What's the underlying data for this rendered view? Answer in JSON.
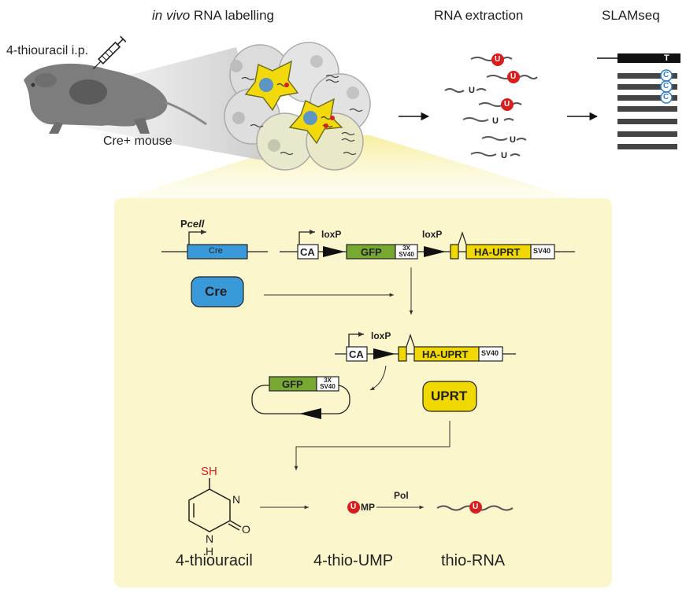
{
  "header": {
    "stage_labelling_italic": "in vivo",
    "stage_labelling_rest": "RNA labelling",
    "stage_extraction": "RNA extraction",
    "stage_slamseq": "SLAMseq"
  },
  "mouse": {
    "injection_label": "4-thiouracil i.p.",
    "mouse_label": "Cre+ mouse"
  },
  "nucleotides": {
    "u": "U",
    "t": "T",
    "c": "C"
  },
  "construct": {
    "promoter_p": "P",
    "promoter_cell": "cell",
    "cre_gene": "Cre",
    "ca": "CA",
    "loxp": "loxP",
    "gfp": "GFP",
    "tag_3x": "3X",
    "tag_sv40": "SV40",
    "ha_uprt": "HA-UPRT",
    "sv40": "SV40"
  },
  "proteins": {
    "cre": "Cre",
    "uprt": "UPRT"
  },
  "chemistry": {
    "sh": "SH",
    "n": "N",
    "nh": "N",
    "h": "H",
    "o": "O",
    "mp": "MP",
    "pol": "Pol",
    "thiouracil": "4-thiouracil",
    "thio_ump": "4-thio-UMP",
    "thio_rna": "thio-RNA"
  },
  "colors": {
    "panel_bg": "#fbf6cc",
    "cre_blue": "#3a9ad9",
    "gfp_green": "#77a832",
    "uprt_yellow": "#f0d800",
    "label_red": "#d81e1e",
    "seq_blue": "#2f7fc6",
    "mouse_gray": "#7d7d7d"
  }
}
